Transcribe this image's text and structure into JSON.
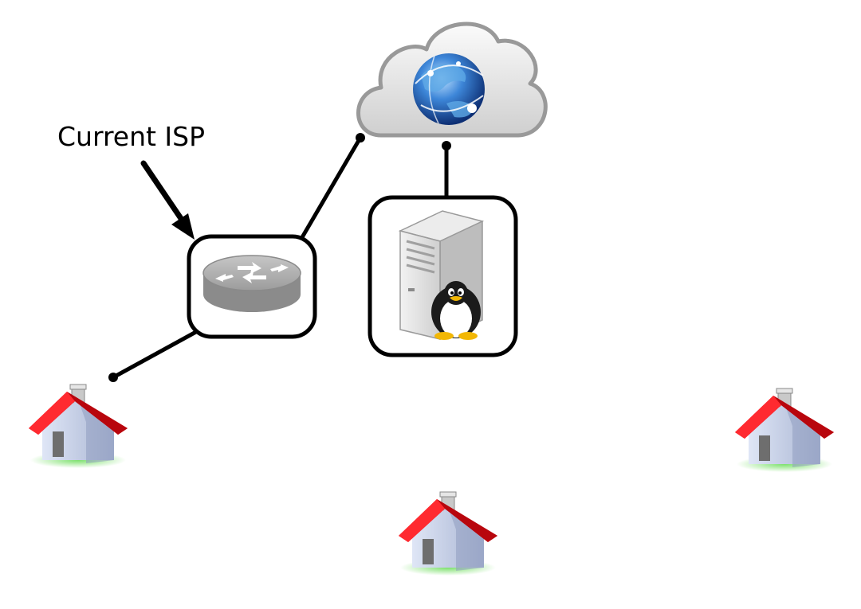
{
  "annotation": {
    "text": "Current ISP",
    "arrow_target": "router"
  },
  "nodes": {
    "internet": {
      "icon": "internet-cloud-globe-icon"
    },
    "router": {
      "icon": "router-icon"
    },
    "server": {
      "icon": "linux-server-icon"
    },
    "houses": [
      {
        "icon": "house-icon"
      },
      {
        "icon": "house-icon"
      },
      {
        "icon": "house-icon"
      }
    ]
  },
  "links": [
    {
      "from": "router",
      "to": "internet"
    },
    {
      "from": "server",
      "to": "internet"
    },
    {
      "from": "router",
      "to": "house-left"
    }
  ],
  "colors": {
    "line": "#000000",
    "roof": "#e8101a",
    "wall": "#c9d3ea",
    "grass": "#3cc43c",
    "globe": "#2c6fc4",
    "cloud": "#dcdcdc",
    "router": "#a8a8a8",
    "server": "#d9d9d9"
  }
}
